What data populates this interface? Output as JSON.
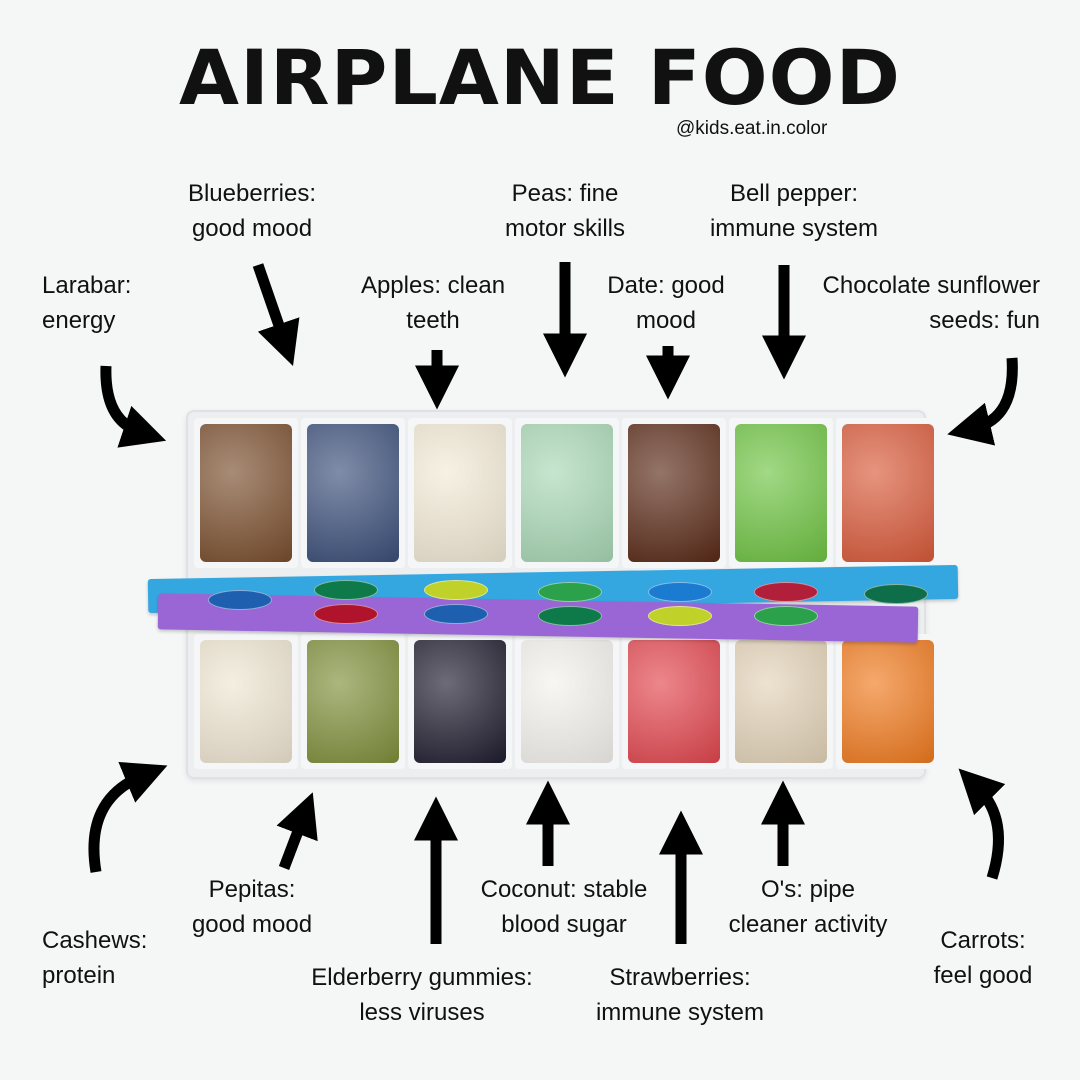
{
  "header": {
    "title": "AIRPLANE FOOD",
    "handle": "@kids.eat.in.color"
  },
  "labels": {
    "larabar": {
      "line1": "Larabar:",
      "line2": "energy"
    },
    "blueberries": {
      "line1": "Blueberries:",
      "line2": "good mood"
    },
    "apples": {
      "line1": "Apples: clean",
      "line2": "teeth"
    },
    "peas": {
      "line1": "Peas: fine",
      "line2": "motor skills"
    },
    "date": {
      "line1": "Date: good",
      "line2": "mood"
    },
    "bell_pepper": {
      "line1": "Bell pepper:",
      "line2": "immune system"
    },
    "sunflower_seeds": {
      "line1": "Chocolate sunflower",
      "line2": "seeds: fun"
    },
    "cashews": {
      "line1": "Cashews:",
      "line2": "protein"
    },
    "pepitas": {
      "line1": "Pepitas:",
      "line2": "good mood"
    },
    "elderberry": {
      "line1": "Elderberry gummies:",
      "line2": "less viruses"
    },
    "coconut": {
      "line1": "Coconut: stable",
      "line2": "blood sugar"
    },
    "strawberries": {
      "line1": "Strawberries:",
      "line2": "immune system"
    },
    "os": {
      "line1": "O's: pipe",
      "line2": "cleaner activity"
    },
    "carrots": {
      "line1": "Carrots:",
      "line2": "feel good"
    }
  },
  "container": {
    "top_row": [
      {
        "item": "Larabar",
        "color": "#7a4e2d"
      },
      {
        "item": "Blueberries",
        "color": "#3b4f7a"
      },
      {
        "item": "Apples",
        "color": "#f3ead6"
      },
      {
        "item": "Peas",
        "color": "#a9d8b5"
      },
      {
        "item": "Date",
        "color": "#5a2a17"
      },
      {
        "item": "Bell pepper",
        "color": "#6fc443"
      },
      {
        "item": "Chocolate sunflower seeds",
        "color": "#d95a3a"
      }
    ],
    "bottom_row": [
      {
        "item": "Cashews",
        "color": "#efe6d2"
      },
      {
        "item": "Pepitas",
        "color": "#7f8f3a"
      },
      {
        "item": "Elderberry gummies",
        "color": "#1f1c2e"
      },
      {
        "item": "Coconut",
        "color": "#f5f2ee"
      },
      {
        "item": "Strawberries",
        "color": "#e2464e"
      },
      {
        "item": "O's",
        "color": "#e3d3b8"
      },
      {
        "item": "Carrots",
        "color": "#f07a1e"
      }
    ],
    "lid_colors": {
      "blue": "#34a7e0",
      "purple": "#9a66d6"
    },
    "dot_colors": [
      "#1f5fb0",
      "#0e7a4a",
      "#c0d12a",
      "#2aa14a",
      "#1a7bd0",
      "#b21f3a",
      "#0e6e4a",
      "#b0142c"
    ]
  }
}
